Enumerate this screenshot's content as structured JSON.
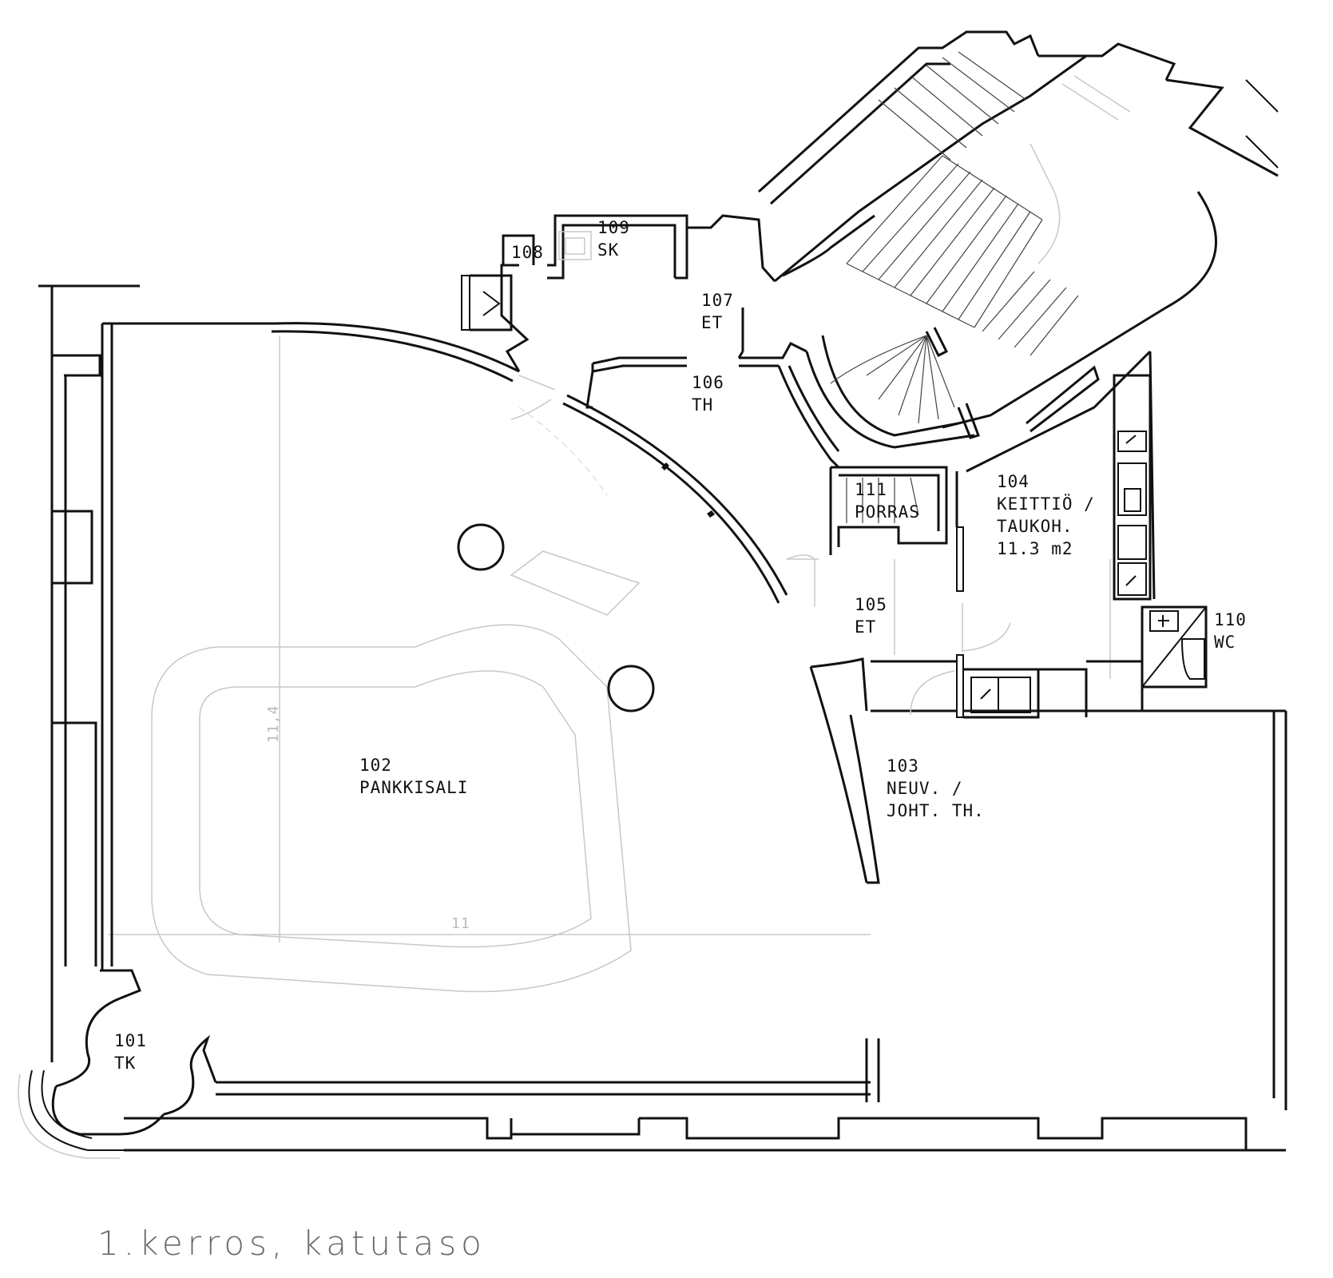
{
  "plan": {
    "caption": "1.kerros, katutaso",
    "dimension_labels": [
      "11,4",
      "11"
    ],
    "rooms": [
      {
        "id": "r101",
        "lines": [
          "101",
          "TK"
        ]
      },
      {
        "id": "r102",
        "lines": [
          "102",
          "PANKKISALI"
        ]
      },
      {
        "id": "r103",
        "lines": [
          "103",
          "NEUV. /",
          "JOHT. TH."
        ]
      },
      {
        "id": "r104",
        "lines": [
          "104",
          "KEITTIÖ /",
          "TAUKOH.",
          "11.3 m2"
        ]
      },
      {
        "id": "r105",
        "lines": [
          "105",
          "ET"
        ]
      },
      {
        "id": "r106",
        "lines": [
          "106",
          "TH"
        ]
      },
      {
        "id": "r107",
        "lines": [
          "107",
          "ET"
        ]
      },
      {
        "id": "r108",
        "lines": [
          "108"
        ]
      },
      {
        "id": "r109",
        "lines": [
          "109",
          "SK"
        ]
      },
      {
        "id": "r110",
        "lines": [
          "110",
          "WC"
        ]
      },
      {
        "id": "r111",
        "lines": [
          "111",
          "PORRAS"
        ]
      }
    ]
  }
}
